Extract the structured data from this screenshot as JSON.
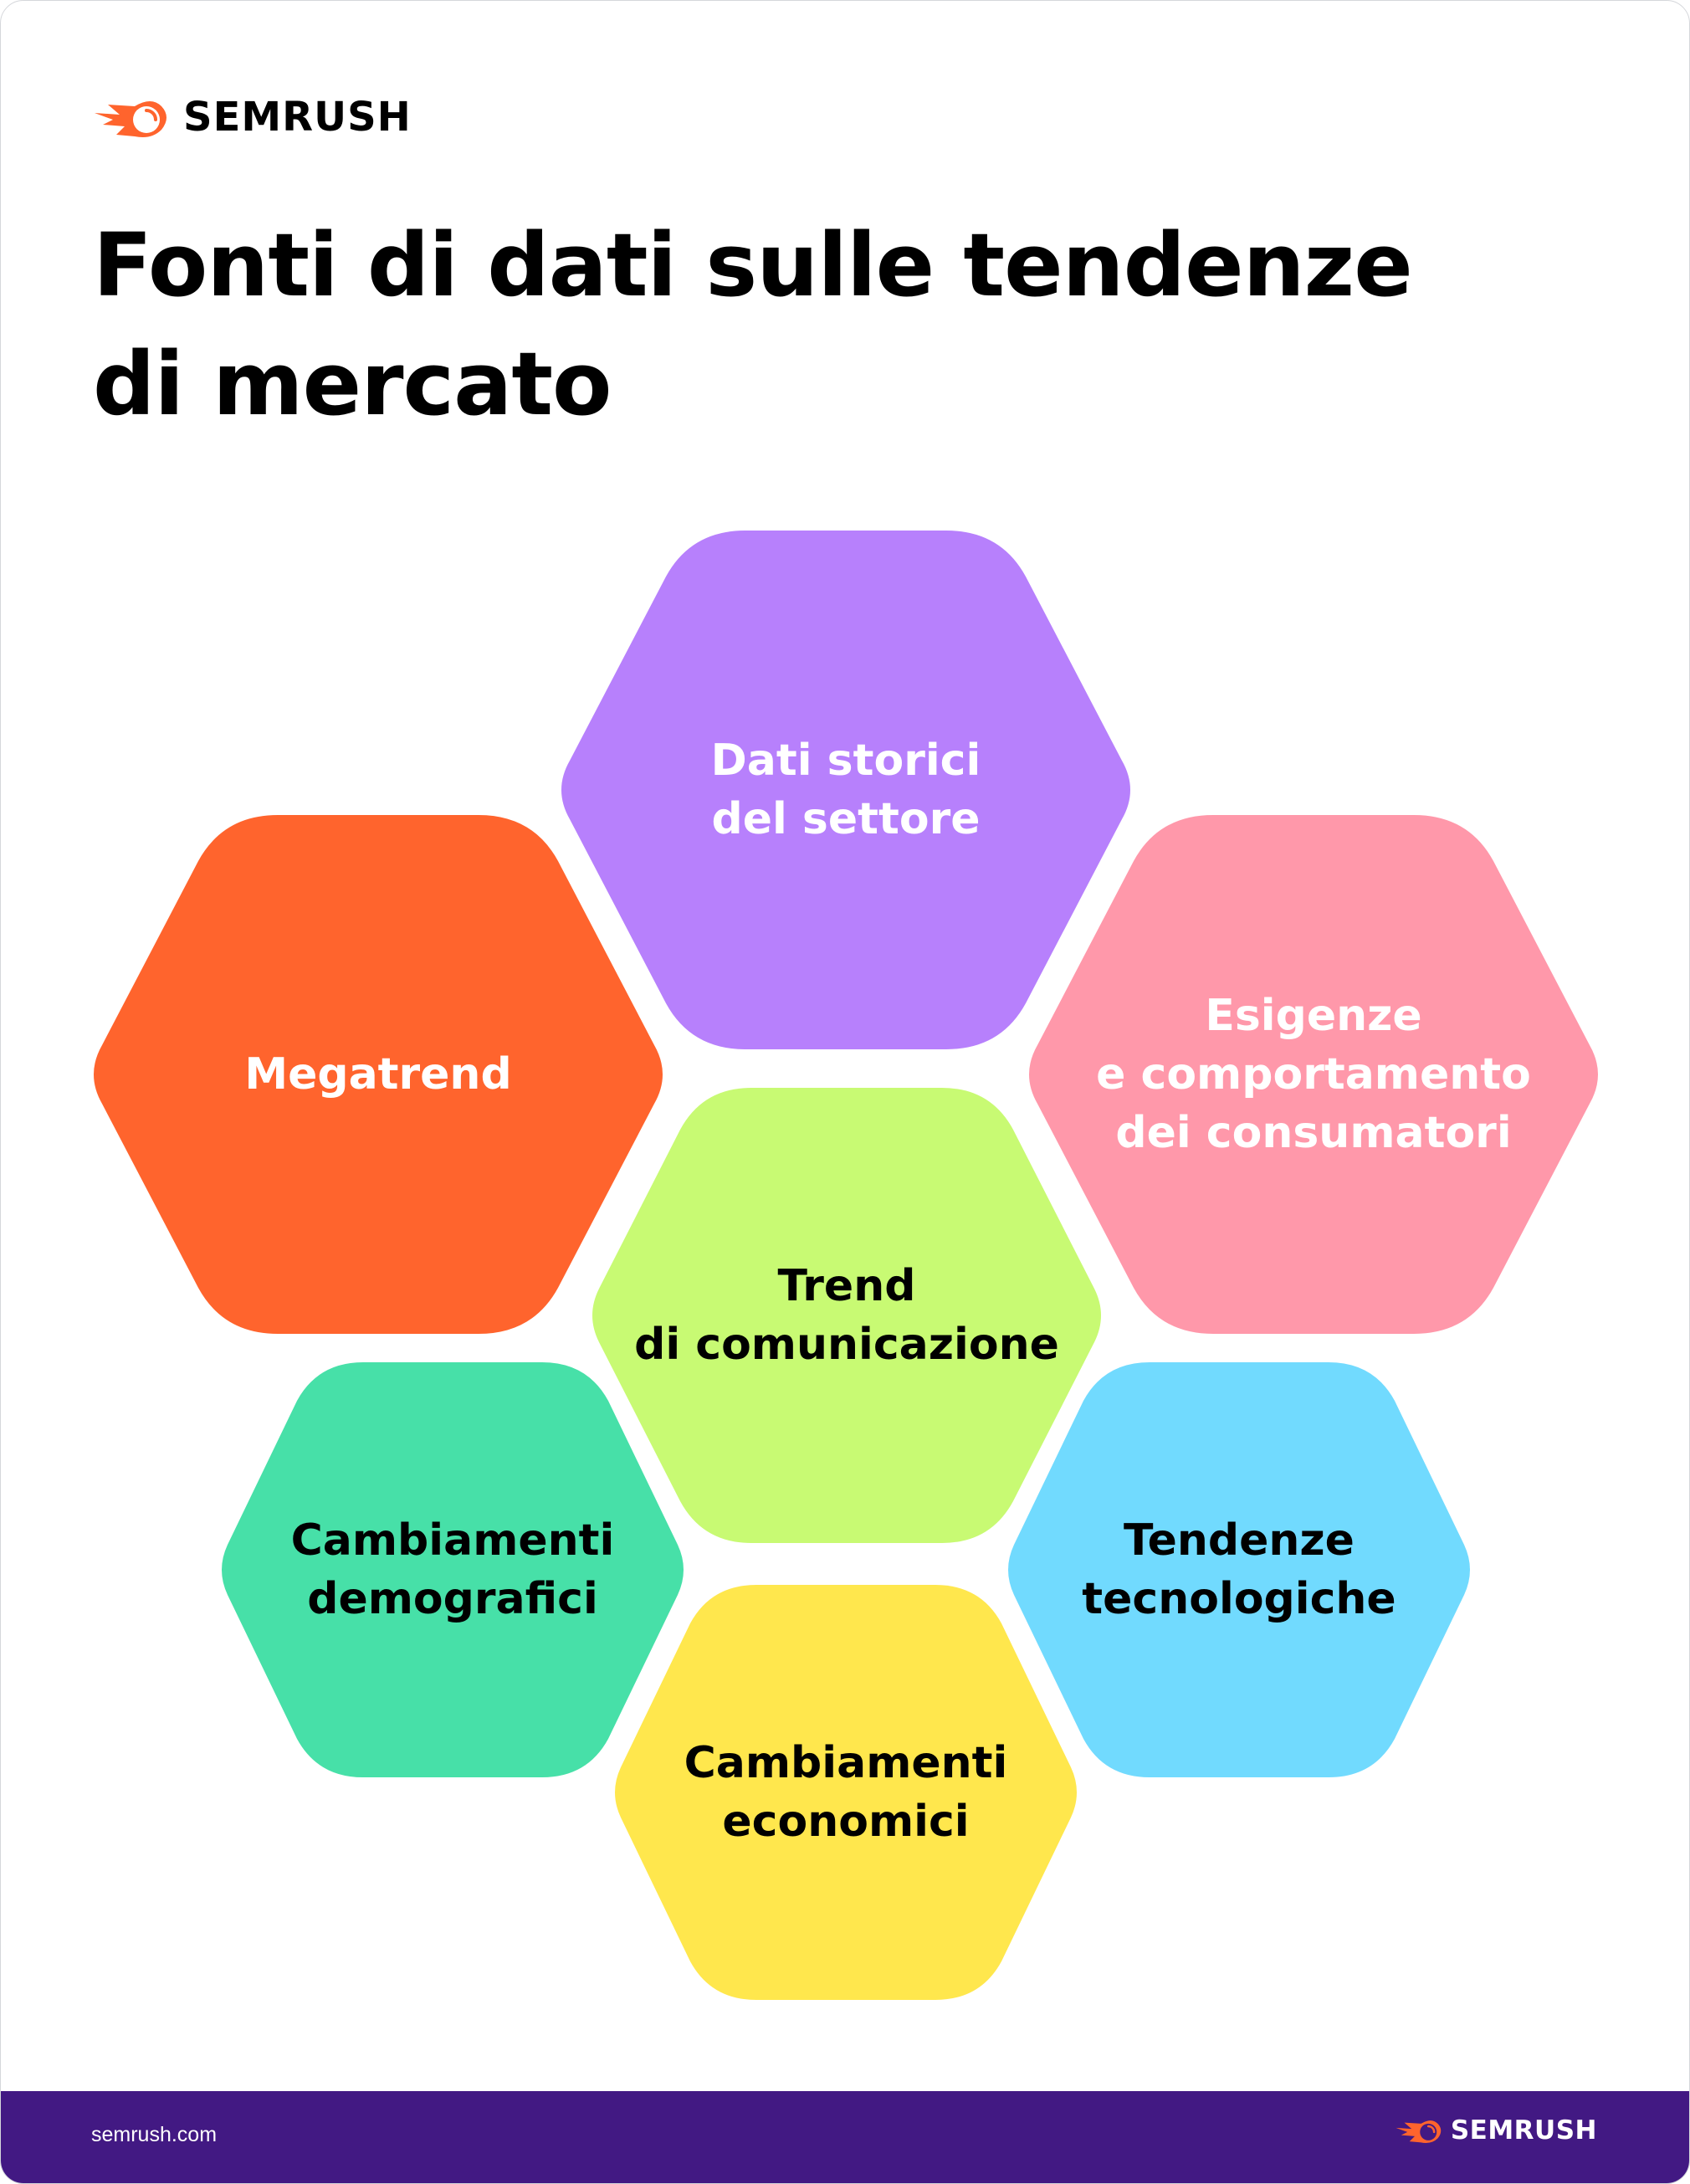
{
  "brand": {
    "name": "SEMRUSH",
    "accent_color": "#FF642D",
    "footer_bg": "#421983"
  },
  "title": {
    "line1": "Fonti di dati sulle tendenze",
    "line2": "di mercato"
  },
  "hexagons": [
    {
      "id": "dati-storici",
      "lines": [
        "Dati storici",
        "del settore"
      ],
      "color": "#B780FC",
      "text_color": "#FFFFFF"
    },
    {
      "id": "megatrend",
      "lines": [
        "Megatrend"
      ],
      "color": "#FF642D",
      "text_color": "#FFFFFF"
    },
    {
      "id": "esigenze",
      "lines": [
        "Esigenze",
        "e comportamento",
        "dei consumatori"
      ],
      "color": "#FF98AA",
      "text_color": "#FFFFFF"
    },
    {
      "id": "trend-comunicazione",
      "lines": [
        "Trend",
        "di comunicazione"
      ],
      "color": "#C8FA73",
      "text_color": "#000000"
    },
    {
      "id": "cambiamenti-demografici",
      "lines": [
        "Cambiamenti",
        "demografici"
      ],
      "color": "#47E0A8",
      "text_color": "#000000"
    },
    {
      "id": "tendenze-tecnologiche",
      "lines": [
        "Tendenze",
        "tecnologiche"
      ],
      "color": "#71DAFE",
      "text_color": "#000000"
    },
    {
      "id": "cambiamenti-economici",
      "lines": [
        "Cambiamenti",
        "economici"
      ],
      "color": "#FFE74D",
      "text_color": "#000000"
    }
  ],
  "footer": {
    "url": "semrush.com",
    "logo_text": "SEMRUSH"
  }
}
